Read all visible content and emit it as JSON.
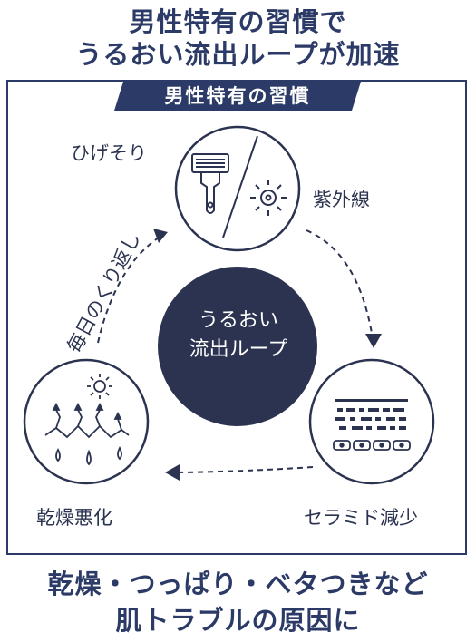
{
  "title": {
    "line1": "男性特有の習慣で",
    "line2": "うるおい流出ループが加速"
  },
  "banner": {
    "label": "男性特有の習慣"
  },
  "labels": {
    "shaving": "ひげそり",
    "uv": "紫外線",
    "ceramide": "セラミド減少",
    "dryness": "乾燥悪化",
    "daily": "毎日のくり返し"
  },
  "center": {
    "line1": "うるおい",
    "line2": "流出ループ"
  },
  "bottom": {
    "line1": "乾燥・つっぱり・ベタつきなど",
    "line2": "肌トラブルの原因に"
  },
  "colors": {
    "navy": "#2b3a66",
    "dark_circle": "#2b3350"
  }
}
